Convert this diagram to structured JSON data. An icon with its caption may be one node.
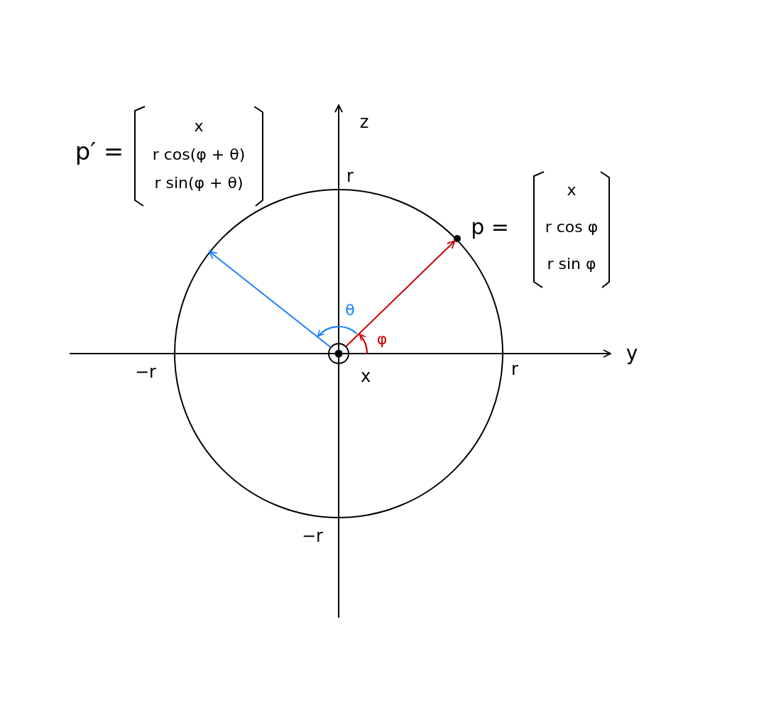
{
  "diagram": {
    "nodes": [
      {
        "text": [],
        "shape": "circle"
      },
      {
        "text": [],
        "shape": "circle",
        "in": 0
      },
      {
        "text": [],
        "shape": "circle"
      }
    ],
    "edges": [
      {
        "from": 1,
        "to": 2,
        "arrow": "to",
        "color": "#cc0000"
      },
      {
        "from": 1,
        "to": 0,
        "arrow": "to",
        "color": "#1a7fff"
      }
    ],
    "labels": [
      "p′ =",
      "x",
      "r cos(φ + θ)",
      "r sin(φ + θ)",
      "z",
      "r",
      "p =",
      "x",
      "r cos φ",
      "r sin φ",
      "θ",
      "φ",
      "y",
      "−r",
      "x",
      "r",
      "−r"
    ]
  }
}
